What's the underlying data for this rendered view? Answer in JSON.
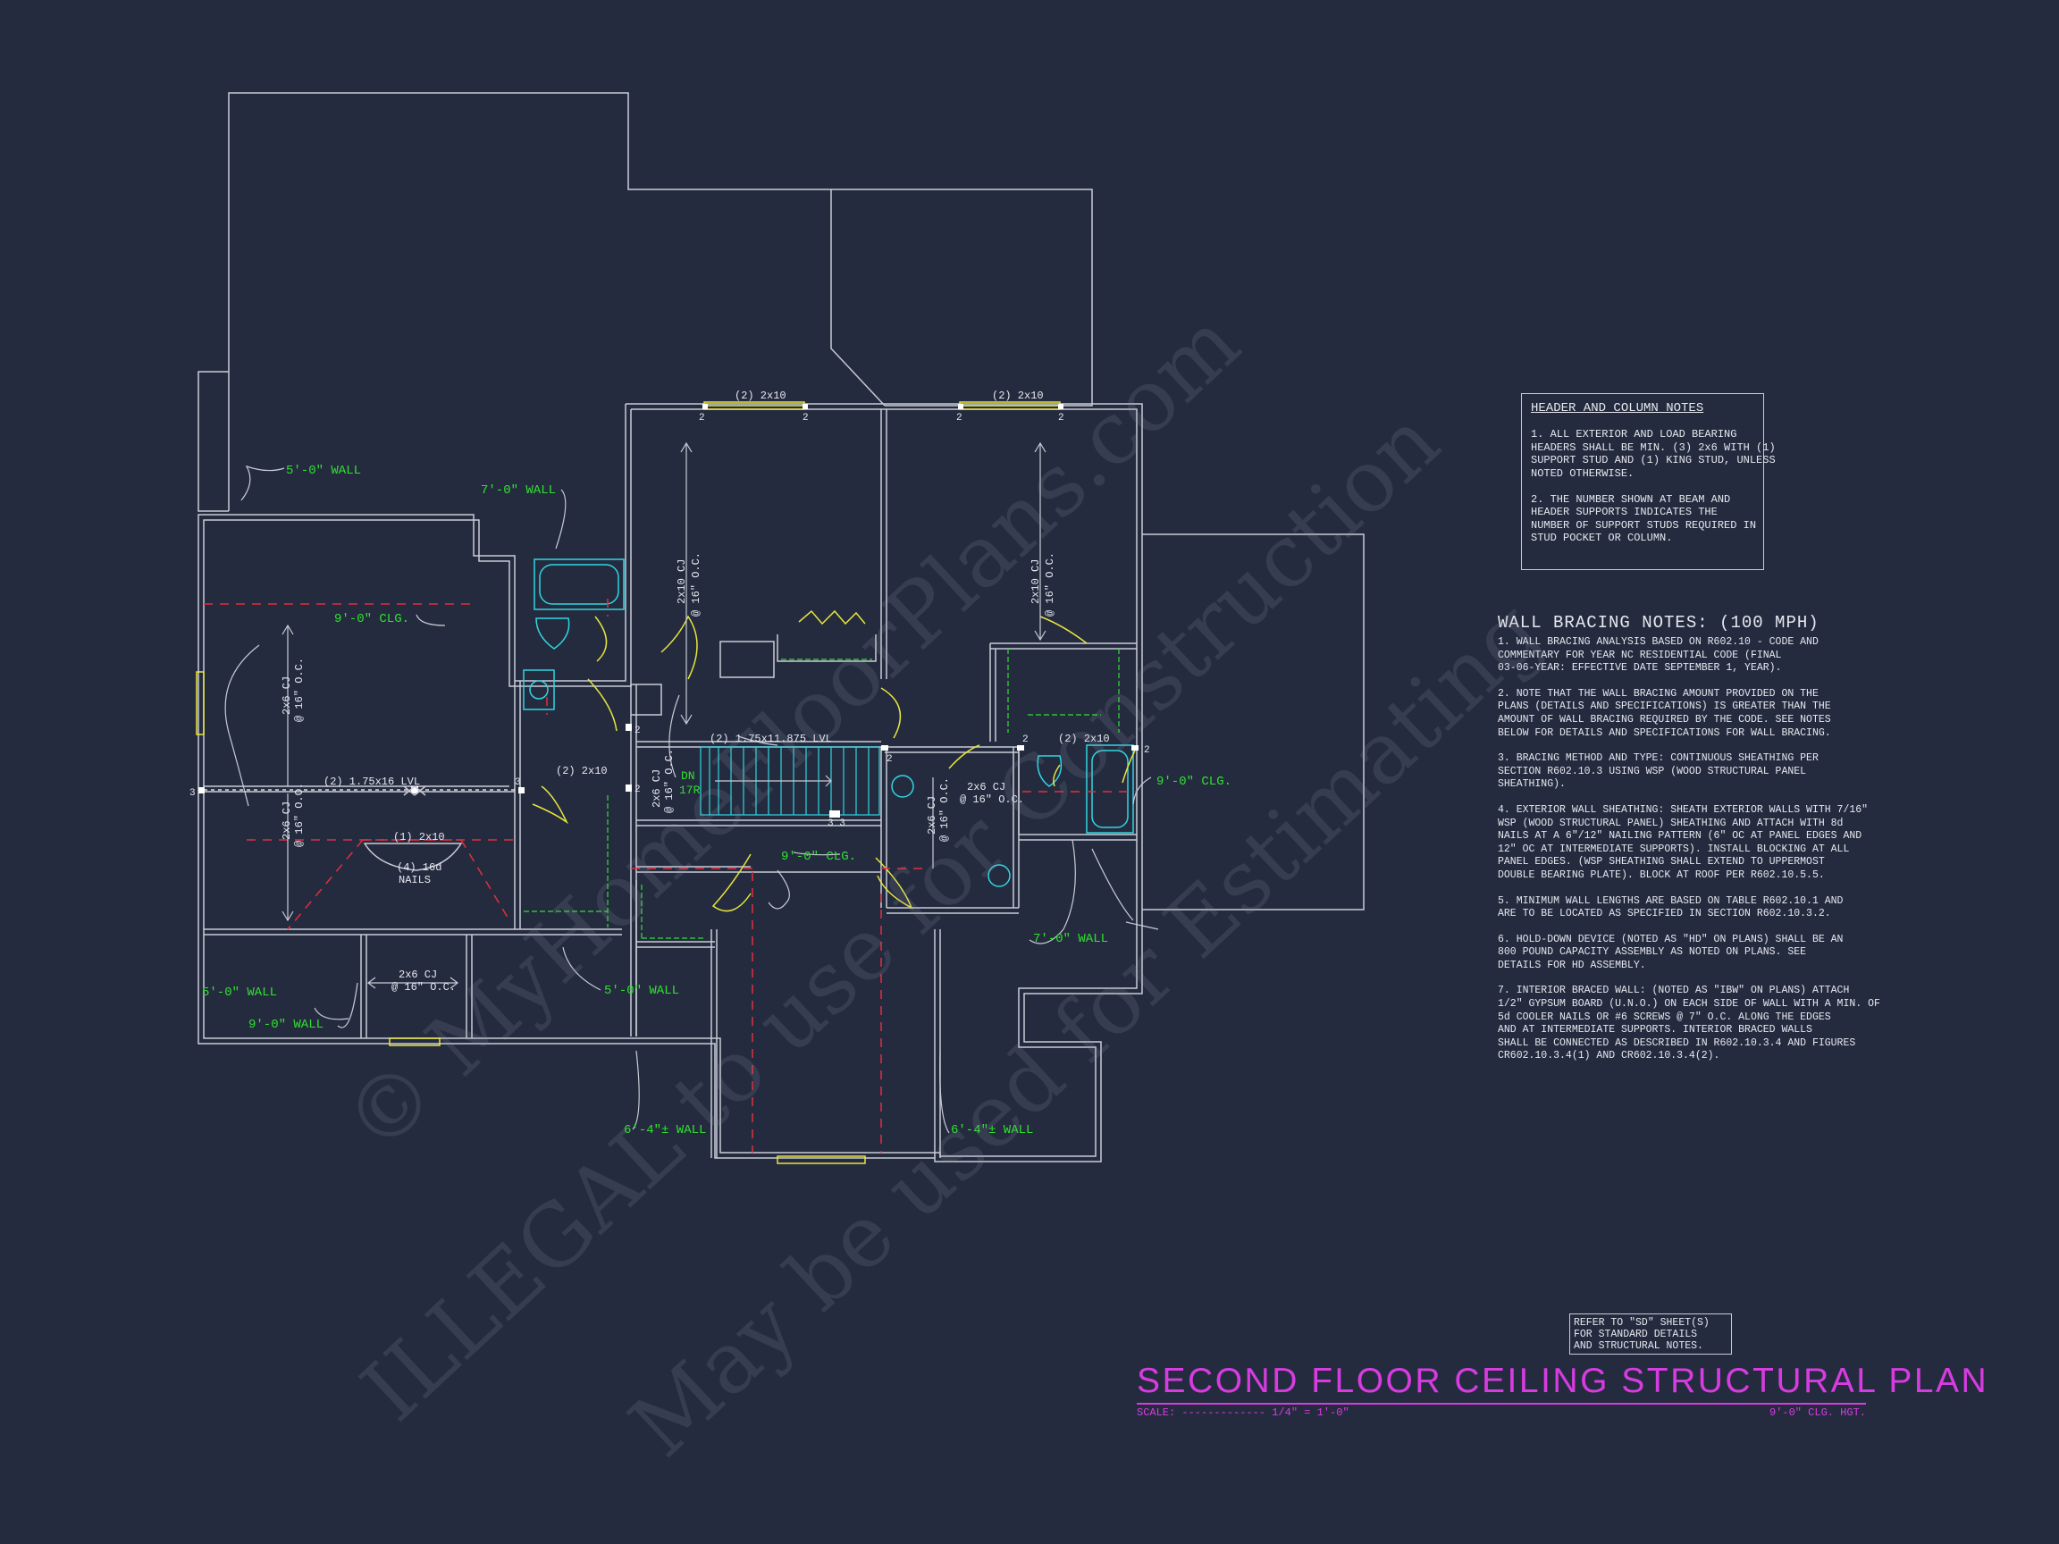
{
  "header_notes": {
    "title": "HEADER AND COLUMN NOTES",
    "lines": [
      "1. ALL EXTERIOR AND LOAD BEARING",
      "HEADERS SHALL BE MIN. (3) 2x6 WITH (1)",
      "SUPPORT STUD AND (1) KING STUD, UNLESS",
      "NOTED OTHERWISE.",
      "",
      "2. THE NUMBER SHOWN AT BEAM AND",
      "HEADER SUPPORTS INDICATES THE",
      "NUMBER OF SUPPORT STUDS REQUIRED IN",
      "STUD POCKET OR COLUMN."
    ]
  },
  "wall_bracing": {
    "title": "WALL BRACING NOTES: (100 MPH)",
    "lines": [
      "1. WALL BRACING ANALYSIS BASED ON R602.10 - CODE AND",
      "COMMENTARY FOR YEAR NC RESIDENTIAL CODE (FINAL",
      "03-06-YEAR: EFFECTIVE DATE SEPTEMBER 1, YEAR).",
      "",
      "2. NOTE THAT THE WALL BRACING AMOUNT PROVIDED ON THE",
      "PLANS (DETAILS AND SPECIFICATIONS) IS GREATER THAN THE",
      "AMOUNT OF WALL BRACING REQUIRED BY THE CODE. SEE NOTES",
      "BELOW FOR DETAILS AND SPECIFICATIONS FOR WALL BRACING.",
      "",
      "3. BRACING METHOD AND TYPE: CONTINUOUS SHEATHING PER",
      "SECTION R602.10.3 USING WSP (WOOD STRUCTURAL PANEL",
      "SHEATHING).",
      "",
      "4. EXTERIOR WALL SHEATHING: SHEATH EXTERIOR WALLS WITH 7/16\"",
      "WSP (WOOD STRUCTURAL PANEL) SHEATHING AND ATTACH WITH 8d",
      "NAILS AT A 6\"/12\" NAILING PATTERN (6\" OC AT PANEL EDGES AND",
      "12\" OC AT INTERMEDIATE SUPPORTS). INSTALL BLOCKING AT ALL",
      "PANEL EDGES. (WSP SHEATHING SHALL EXTEND TO UPPERMOST",
      "DOUBLE BEARING PLATE). BLOCK AT ROOF PER R602.10.5.5.",
      "",
      "5. MINIMUM WALL LENGTHS ARE BASED ON TABLE R602.10.1 AND",
      "ARE TO BE LOCATED AS SPECIFIED IN SECTION R602.10.3.2.",
      "",
      "6. HOLD-DOWN DEVICE (NOTED AS \"HD\" ON PLANS) SHALL BE AN",
      "800 POUND CAPACITY ASSEMBLY AS NOTED ON PLANS. SEE",
      "DETAILS FOR HD ASSEMBLY.",
      "",
      "7. INTERIOR BRACED WALL: (NOTED AS \"IBW\" ON PLANS) ATTACH",
      "1/2\" GYPSUM BOARD (U.N.O.) ON EACH SIDE OF WALL WITH A MIN. OF",
      "5d COOLER NAILS OR #6 SCREWS @ 7\" O.C. ALONG THE EDGES",
      "AND AT INTERMEDIATE SUPPORTS.  INTERIOR BRACED WALLS",
      "SHALL BE CONNECTED AS DESCRIBED IN R602.10.3.4 AND FIGURES",
      "CR602.10.3.4(1) AND CR602.10.3.4(2)."
    ]
  },
  "refer_note": {
    "lines": [
      "REFER TO \"SD\" SHEET(S)",
      "FOR STANDARD DETAILS",
      "AND STRUCTURAL NOTES."
    ]
  },
  "title_block": {
    "title": "SECOND FLOOR CEILING STRUCTURAL PLAN",
    "scale_label": "SCALE: ------------- 1/4\" = 1'-0\"",
    "ceiling_height": "9'-0\" CLG. HGT."
  },
  "plan_labels": {
    "wall_5_top": "5'-0\" WALL",
    "wall_7_top": "7'-0\" WALL",
    "clg_left": "9'-0\" CLG.",
    "clg_center": "9'-0\" CLG.",
    "clg_right": "9'-0\" CLG.",
    "wall_7_right": "7'-0\" WALL",
    "wall_5_left_low": "5'-0\" WALL",
    "wall_9_left_low": "9'-0\" WALL",
    "wall_5_center_low": "5'-0\" WALL",
    "wall_64_left": "6'-4\"± WALL",
    "wall_64_right": "6'-4\"± WALL",
    "hdr_2x10_a": "(2) 2x10",
    "hdr_2x10_b": "(2) 2x10",
    "hdr_2x10_c": "(2) 2x10",
    "hdr_2x10_d": "(2) 2x10",
    "hdr_1x10": "(1) 2x10",
    "lvl_left": "(2) 1.75x16 LVL",
    "lvl_stair": "(2) 1.75x11.875 LVL",
    "nails": "(4) 16d",
    "nails2": "NAILS",
    "cj_2x10_a": "2x10 CJ",
    "cj_2x10_a2": "@ 16\" O.C.",
    "cj_2x10_b": "2x10 CJ",
    "cj_2x10_b2": "@ 16\" O.C.",
    "cj_2x6_a": "2x6 CJ",
    "cj_2x6_a2": "@ 16\" O.C.",
    "cj_2x6_b": "2x6 CJ",
    "cj_2x6_b2": "@ 16\" O.C.",
    "cj_2x6_c": "2x6 CJ",
    "cj_2x6_c2": "@ 16\" O.C.",
    "cj_2x6_d": "2x6 CJ",
    "cj_2x6_d2": "@ 16\" O.C.",
    "cj_2x6_e": "2x6 CJ",
    "cj_2x6_e2": "@ 16\" O.C.",
    "cj_2x6_f": "2x6 CJ",
    "cj_2x6_f2": "@ 16\" O.C.",
    "stair_dn": "DN",
    "stair_r": "17R",
    "post_2": "2",
    "post_3": "3",
    "post_33": "3 3"
  },
  "watermark": {
    "line1": "© MyHomeFloorPlans.com",
    "line2": "ILLEGAL to use for Construction",
    "line3": "May be used for Estimating"
  },
  "colors": {
    "background": "#252b3f",
    "wall": "#c9ccd6",
    "label_green": "#2fe02f",
    "header_yellow": "#e6e63c",
    "fixture_cyan": "#2fd6e0",
    "dashed_red": "#e02f3c",
    "title_magenta": "#d63ce0"
  }
}
